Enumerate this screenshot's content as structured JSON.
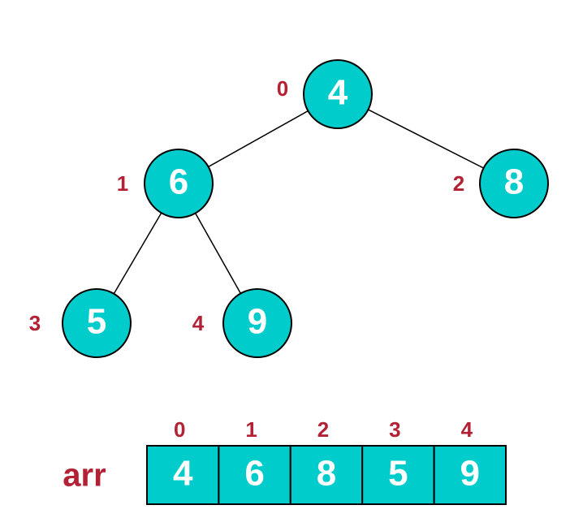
{
  "colors": {
    "node_fill": "#00cccc",
    "stroke": "#000000",
    "index_color": "#b22234",
    "text_color": "#ffffff"
  },
  "tree": {
    "nodes": [
      {
        "index": "0",
        "value": "4"
      },
      {
        "index": "1",
        "value": "6"
      },
      {
        "index": "2",
        "value": "8"
      },
      {
        "index": "3",
        "value": "5"
      },
      {
        "index": "4",
        "value": "9"
      }
    ],
    "edges": [
      [
        0,
        1
      ],
      [
        0,
        2
      ],
      [
        1,
        3
      ],
      [
        1,
        4
      ]
    ]
  },
  "array": {
    "label": "arr",
    "cells": [
      {
        "index": "0",
        "value": "4"
      },
      {
        "index": "1",
        "value": "6"
      },
      {
        "index": "2",
        "value": "8"
      },
      {
        "index": "3",
        "value": "5"
      },
      {
        "index": "4",
        "value": "9"
      }
    ]
  }
}
